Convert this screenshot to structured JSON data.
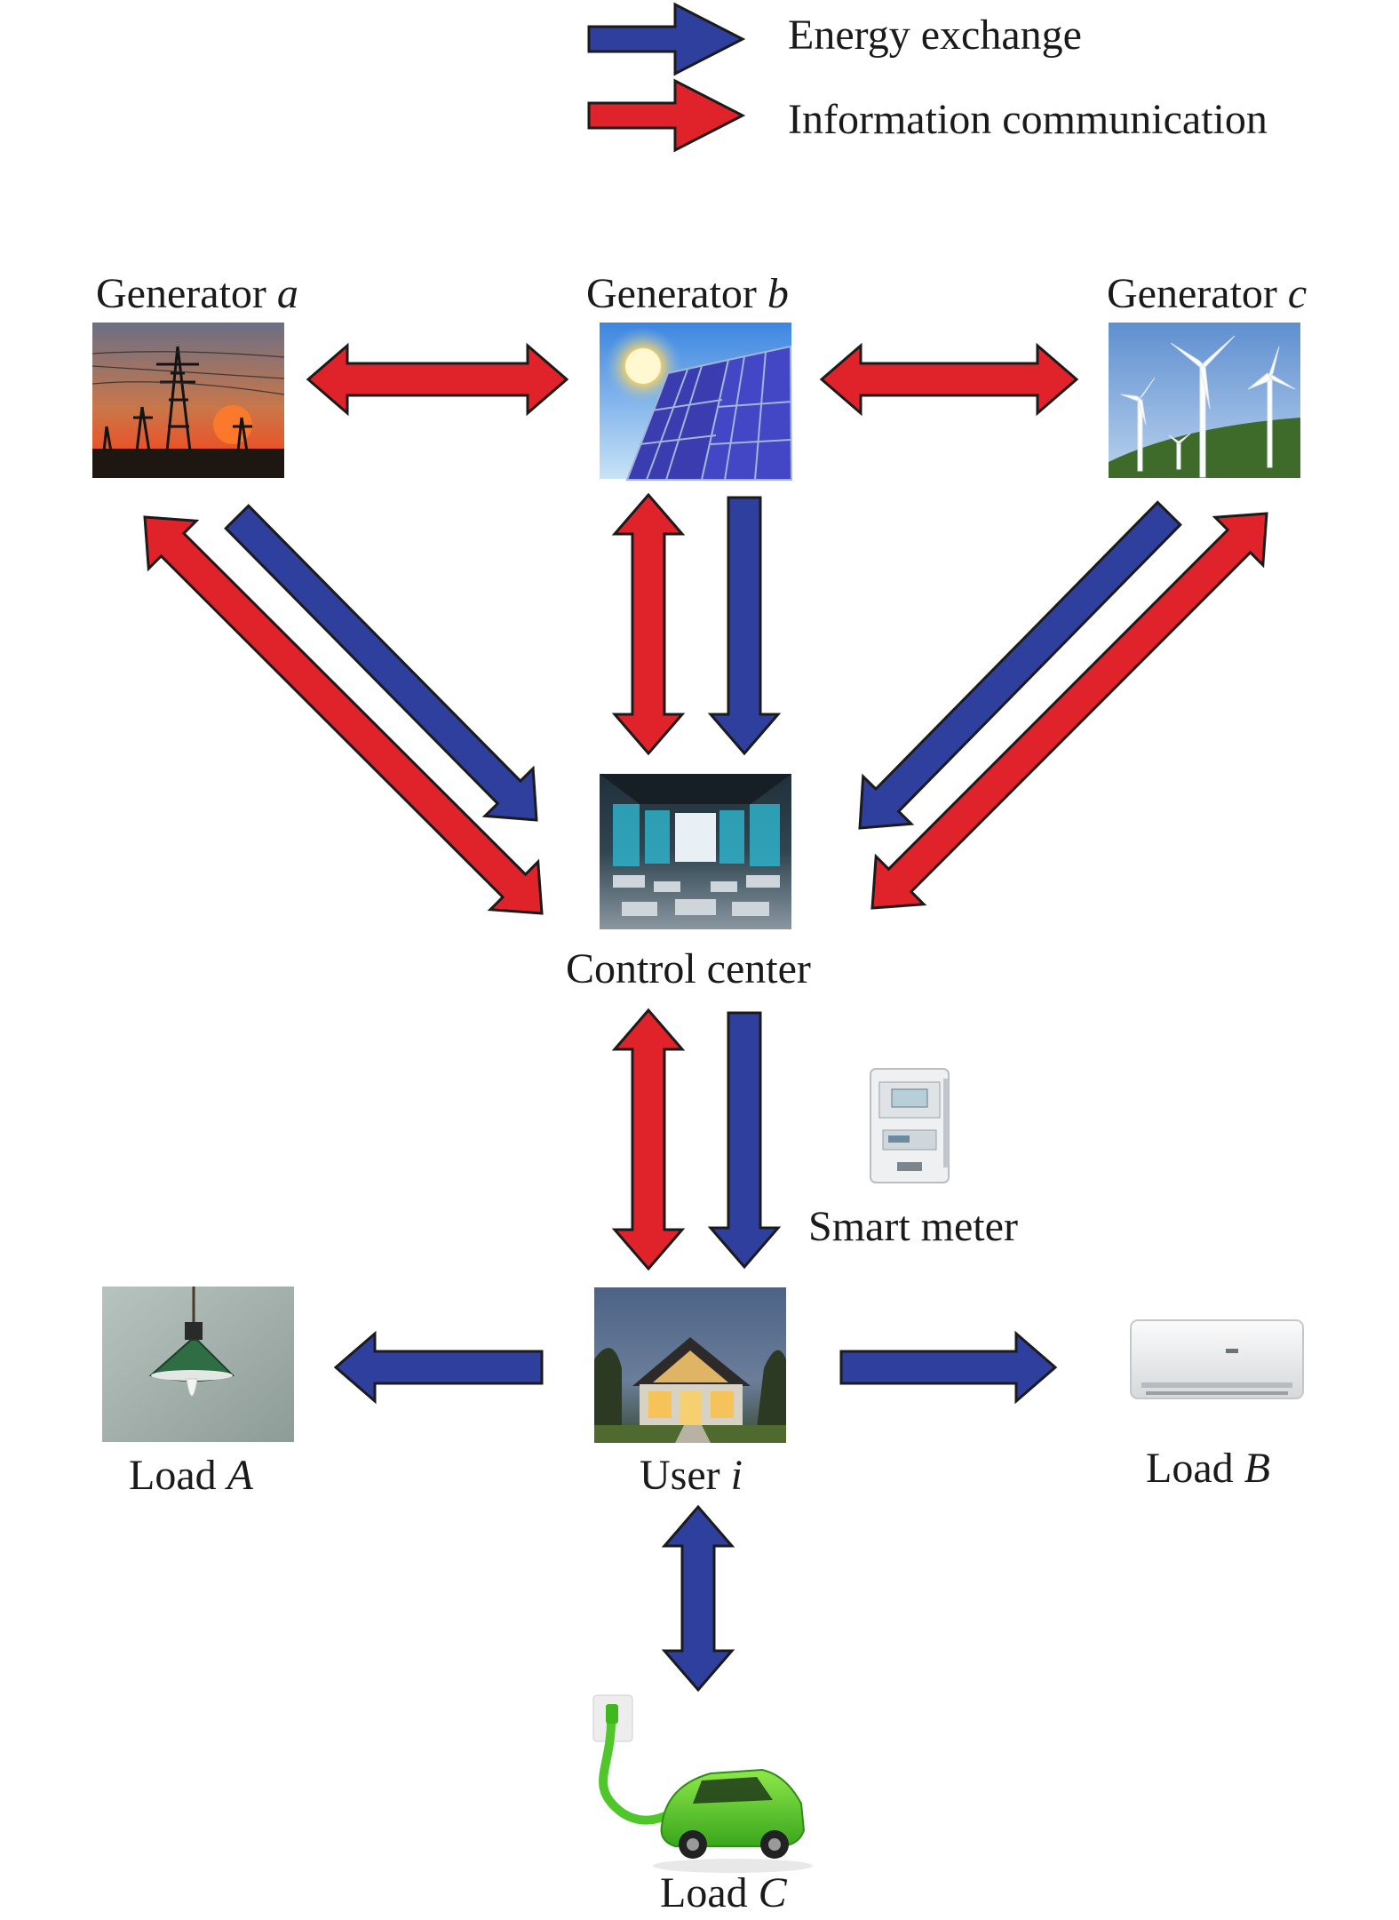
{
  "legend": [
    {
      "label": "Energy exchange",
      "color": "#2e3f9e"
    },
    {
      "label": "Information communication",
      "color": "#e0232a"
    }
  ],
  "nodes": {
    "generator_a": {
      "label": "Generator ",
      "var": "a",
      "icon": "transmission-tower-icon"
    },
    "generator_b": {
      "label": "Generator ",
      "var": "b",
      "icon": "solar-panel-icon"
    },
    "generator_c": {
      "label": "Generator ",
      "var": "c",
      "icon": "wind-turbine-icon"
    },
    "control_center": {
      "label": "Control center",
      "var": "",
      "icon": "control-room-icon"
    },
    "smart_meter": {
      "label": "Smart meter",
      "var": "",
      "icon": "smart-meter-icon"
    },
    "user": {
      "label": "User ",
      "var": "i",
      "icon": "house-icon"
    },
    "load_a": {
      "label": "Load ",
      "var": "A",
      "icon": "lamp-icon"
    },
    "load_b": {
      "label": "Load ",
      "var": "B",
      "icon": "air-conditioner-icon"
    },
    "load_c": {
      "label": "Load ",
      "var": "C",
      "icon": "electric-car-icon"
    }
  },
  "colors": {
    "energy": "#2e3f9e",
    "information": "#e0232a",
    "outline": "#1b1b1b"
  }
}
